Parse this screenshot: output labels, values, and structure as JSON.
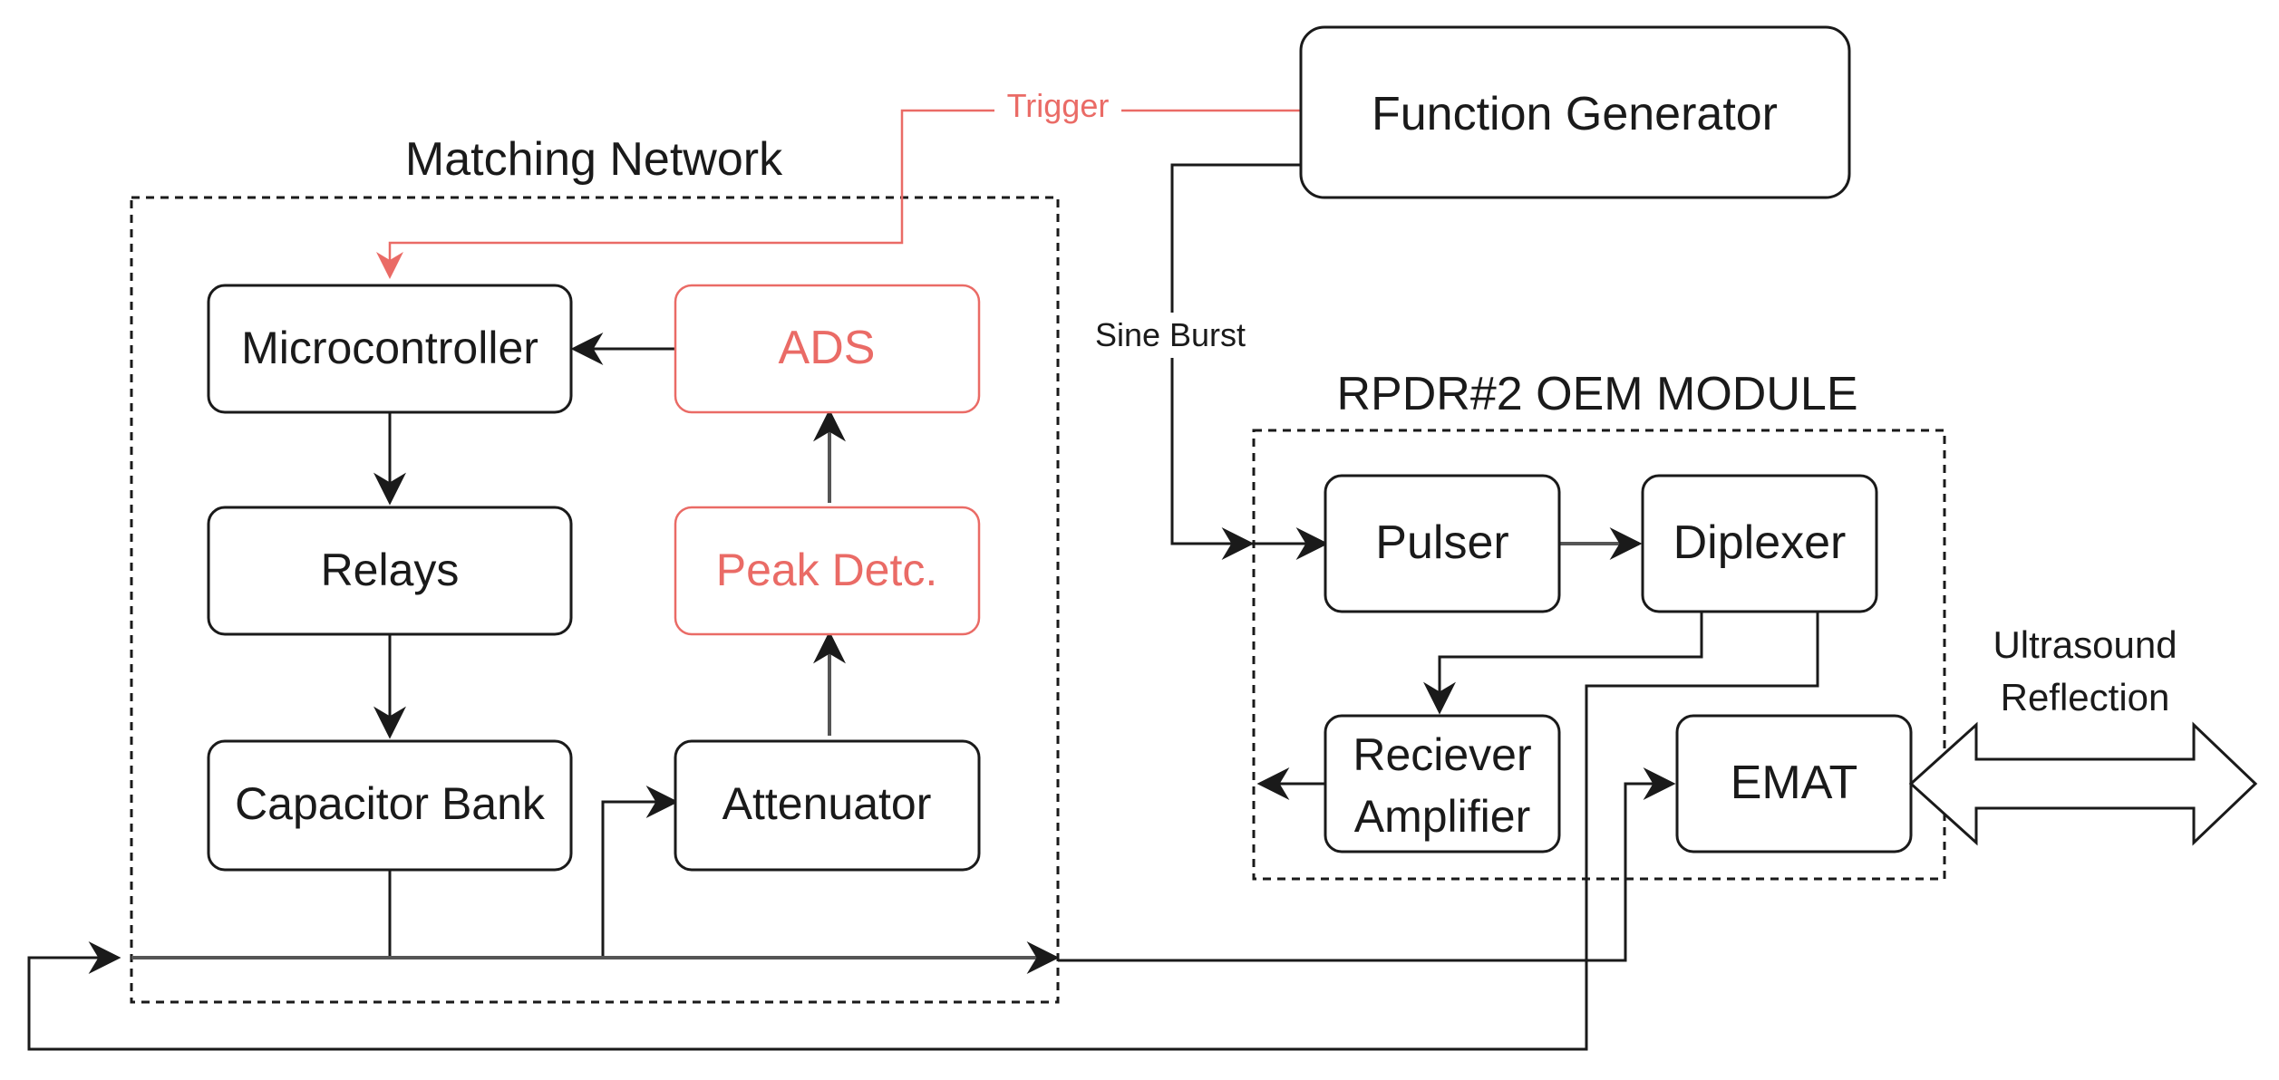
{
  "groups": {
    "matching_network": "Matching Network",
    "rpdr_module": "RPDR#2 OEM MODULE"
  },
  "blocks": {
    "function_generator": "Function Generator",
    "microcontroller": "Microcontroller",
    "ads": "ADS",
    "relays": "Relays",
    "peak_detector": "Peak Detc.",
    "capacitor_bank": "Capacitor Bank",
    "attenuator": "Attenuator",
    "pulser": "Pulser",
    "diplexer": "Diplexer",
    "receiver_amplifier_line1": "Reciever",
    "receiver_amplifier_line2": "Amplifier",
    "emat": "EMAT"
  },
  "signals": {
    "trigger": "Trigger",
    "sine_burst": "Sine Burst",
    "ultrasound_line1": "Ultrasound",
    "ultrasound_line2": "Reflection"
  },
  "colors": {
    "line": "#1a1a1a",
    "accent_red": "#ea6b66"
  }
}
